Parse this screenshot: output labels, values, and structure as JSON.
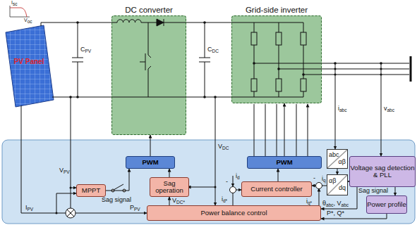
{
  "diagram": {
    "nodes": [
      {
        "text": [
          "PV Panel"
        ]
      },
      {
        "text": [
          "DC converter"
        ]
      },
      {
        "text": [
          "Grid-side inverter"
        ]
      },
      {
        "text": [
          "PWM"
        ]
      },
      {
        "text": [
          "PWM"
        ]
      },
      {
        "text": [
          "MPPT"
        ]
      },
      {
        "text": [
          "Sag operation"
        ]
      },
      {
        "text": [
          "Current controller"
        ]
      },
      {
        "text": [
          "Power balance control"
        ]
      },
      {
        "text": [
          "abc",
          "αβ"
        ]
      },
      {
        "text": [
          "αβ",
          "dq"
        ]
      },
      {
        "text": [
          "Voltage sag detection & PLL"
        ]
      },
      {
        "text": [
          "Power profile"
        ]
      }
    ],
    "edges": [
      {
        "from": 5,
        "to": 3,
        "arrow": "to"
      },
      {
        "from": 6,
        "to": 3,
        "arrow": "to"
      },
      {
        "from": 3,
        "to": 1,
        "arrow": "to"
      },
      {
        "from": 4,
        "to": 2,
        "arrow": "to"
      },
      {
        "from": 7,
        "to": 4,
        "arrow": "to"
      },
      {
        "from": 8,
        "to": 6,
        "arrow": "to"
      },
      {
        "from": 8,
        "to": 7,
        "arrow": "to"
      },
      {
        "from": 10,
        "to": 7,
        "arrow": "to"
      },
      {
        "from": 9,
        "to": 10,
        "arrow": "to"
      },
      {
        "from": 11,
        "to": 12,
        "arrow": "to"
      },
      {
        "from": 12,
        "to": 8,
        "arrow": "to"
      },
      {
        "from": 11,
        "to": 8,
        "arrow": "to"
      },
      {
        "from": 11,
        "to": 10,
        "arrow": "to"
      }
    ],
    "labels": [
      "Isc",
      "Voc",
      "CPV",
      "CDC",
      "VPV",
      "IPV",
      "Sag signal",
      "VDC",
      "VDC*",
      "PPV",
      "id*",
      "iq*",
      "-",
      "-",
      "id",
      "iq",
      "iabc",
      "vabc",
      "θabc, Vabc",
      "P*, Q*",
      "Sag signal"
    ]
  }
}
